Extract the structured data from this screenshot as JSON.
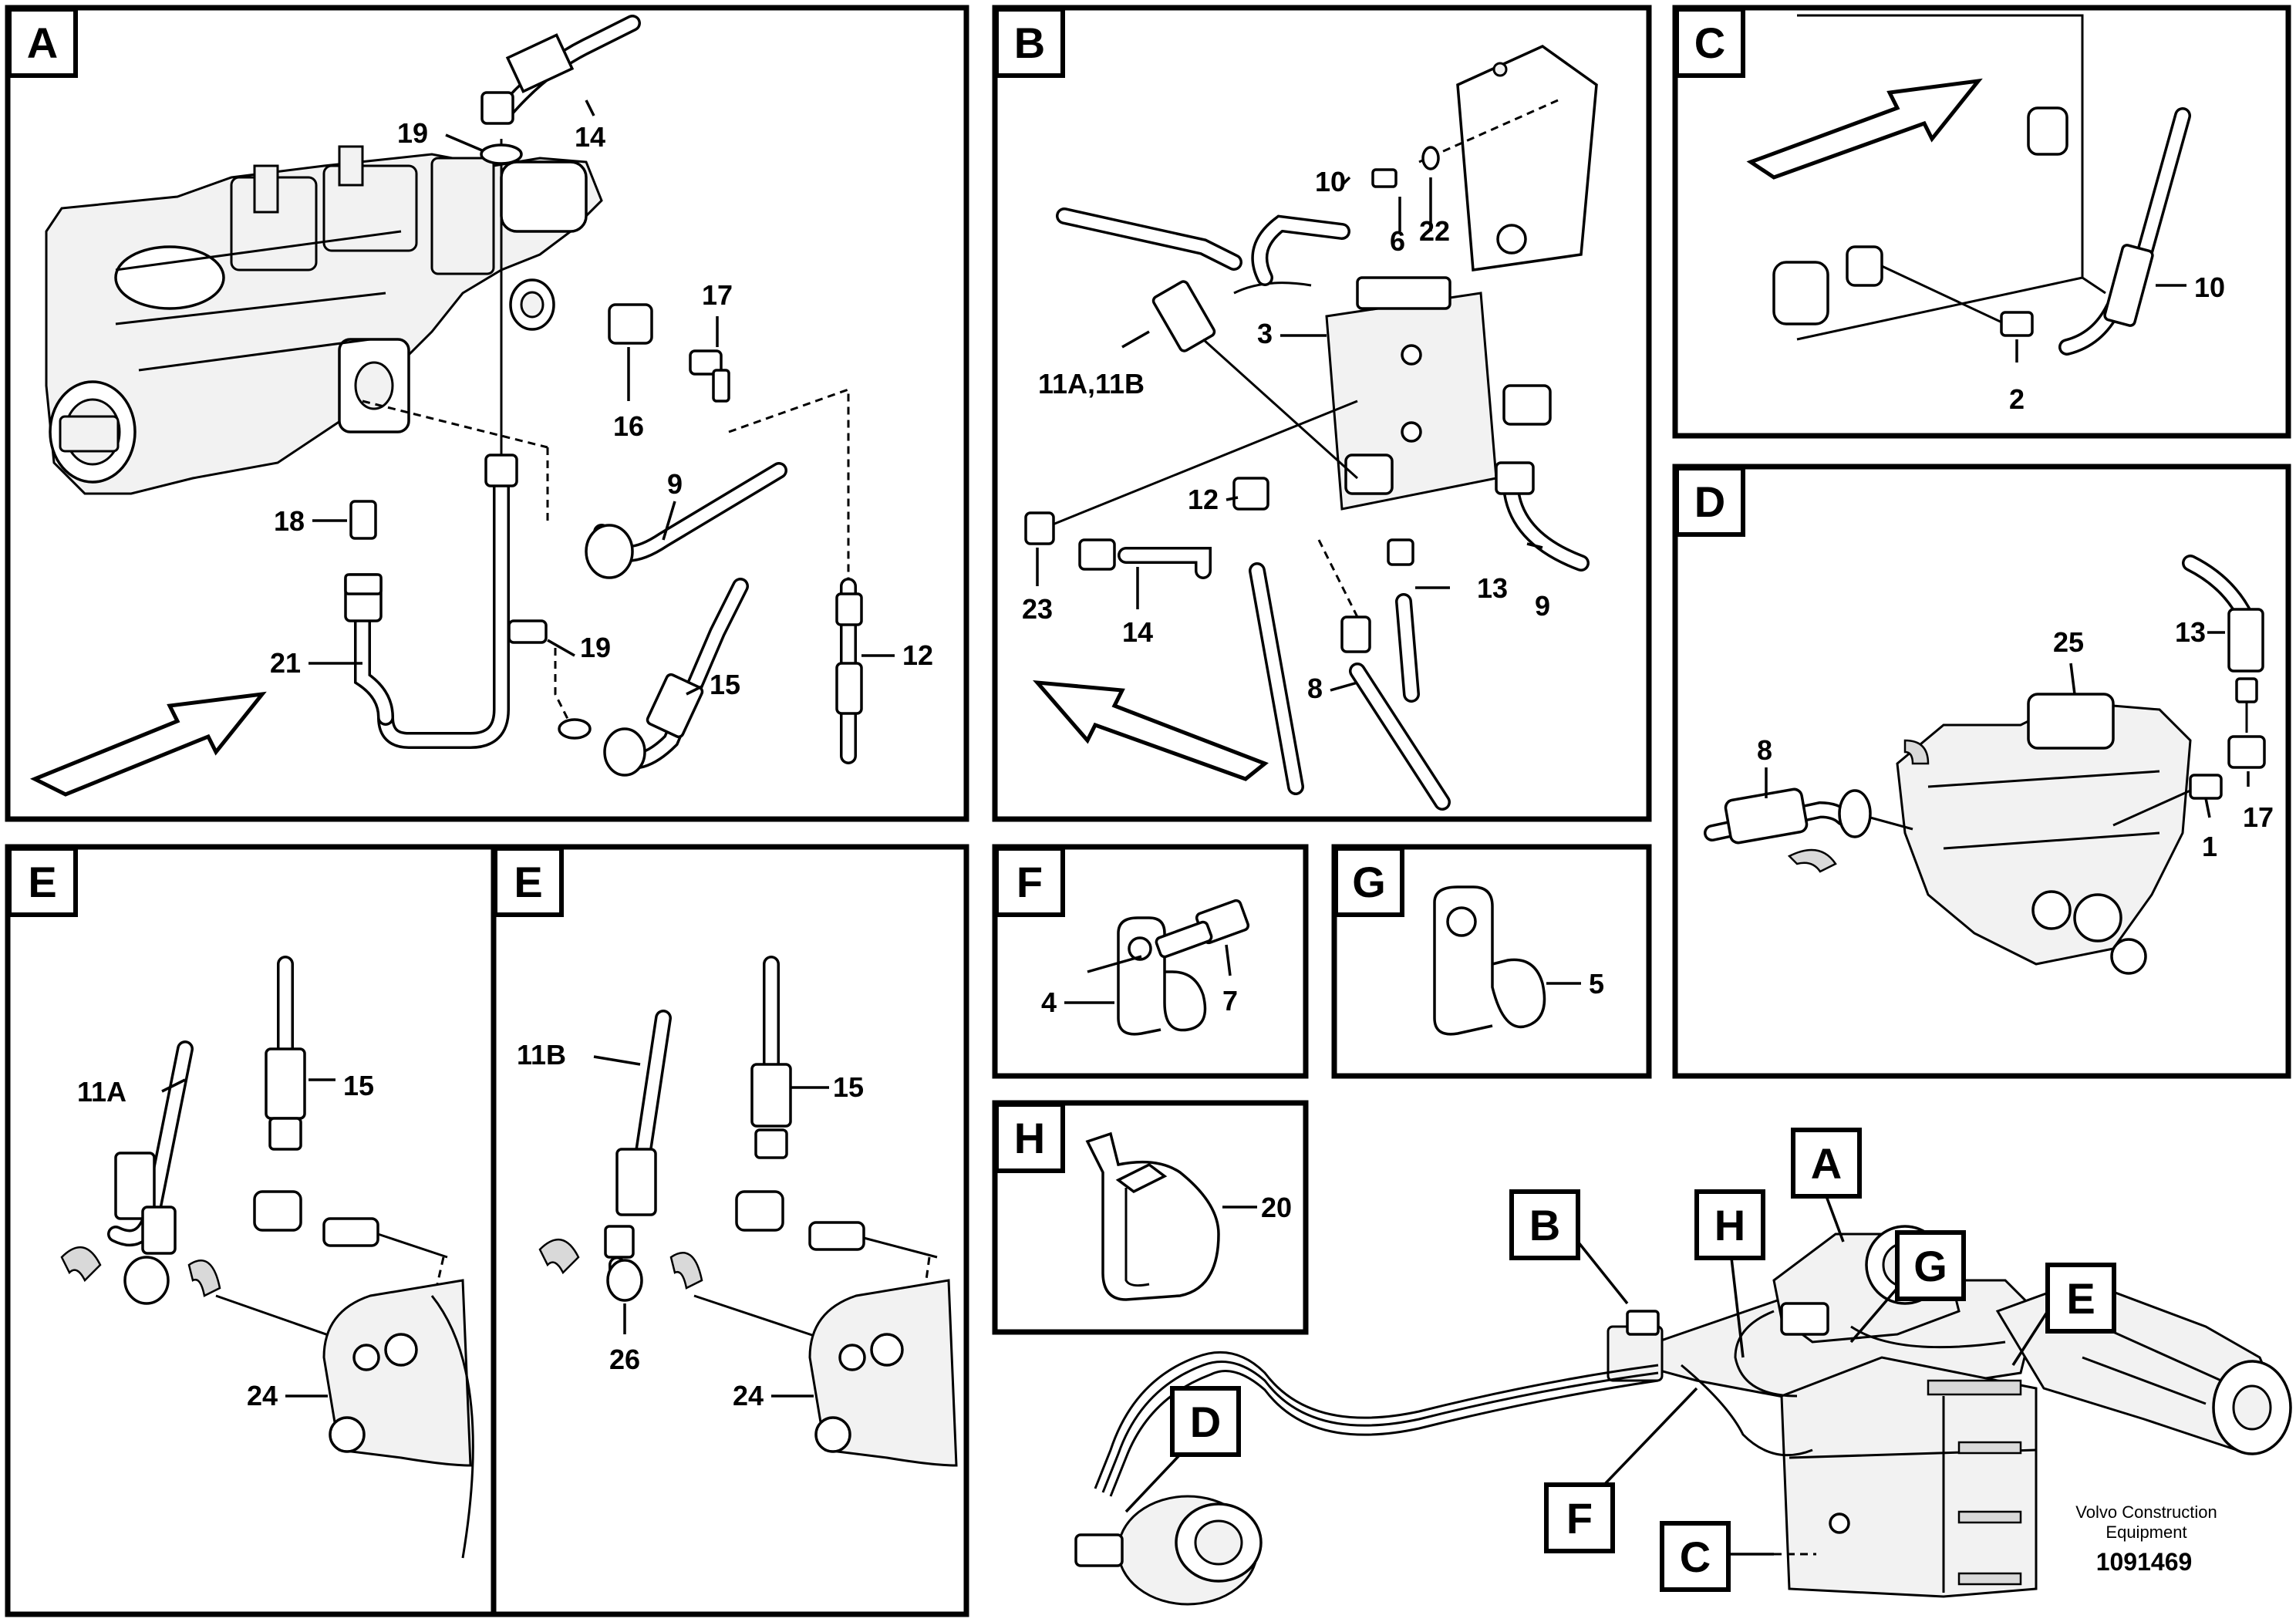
{
  "panels": {
    "A": {
      "label": "A",
      "callouts": [
        "19",
        "14",
        "17",
        "16",
        "9",
        "18",
        "21",
        "19",
        "15",
        "12"
      ]
    },
    "B": {
      "label": "B",
      "callouts": [
        "10",
        "6",
        "22",
        "11A,11B",
        "3",
        "12",
        "23",
        "14",
        "13",
        "9",
        "8"
      ]
    },
    "C": {
      "label": "C",
      "callouts": [
        "10",
        "2"
      ]
    },
    "D": {
      "label": "D",
      "callouts": [
        "13",
        "25",
        "8",
        "17",
        "1"
      ]
    },
    "E1": {
      "label": "E",
      "callouts": [
        "11A",
        "15",
        "24"
      ]
    },
    "E2": {
      "label": "E",
      "callouts": [
        "11B",
        "15",
        "26",
        "24"
      ]
    },
    "F": {
      "label": "F",
      "callouts": [
        "4",
        "7"
      ]
    },
    "G": {
      "label": "G",
      "callouts": [
        "5"
      ]
    },
    "H": {
      "label": "H",
      "callouts": [
        "20"
      ]
    }
  },
  "overview": {
    "tags": [
      "B",
      "H",
      "A",
      "G",
      "E",
      "D",
      "F",
      "C"
    ]
  },
  "caption": {
    "company": "Volvo Construction",
    "company2": "Equipment",
    "number": "1091469"
  }
}
